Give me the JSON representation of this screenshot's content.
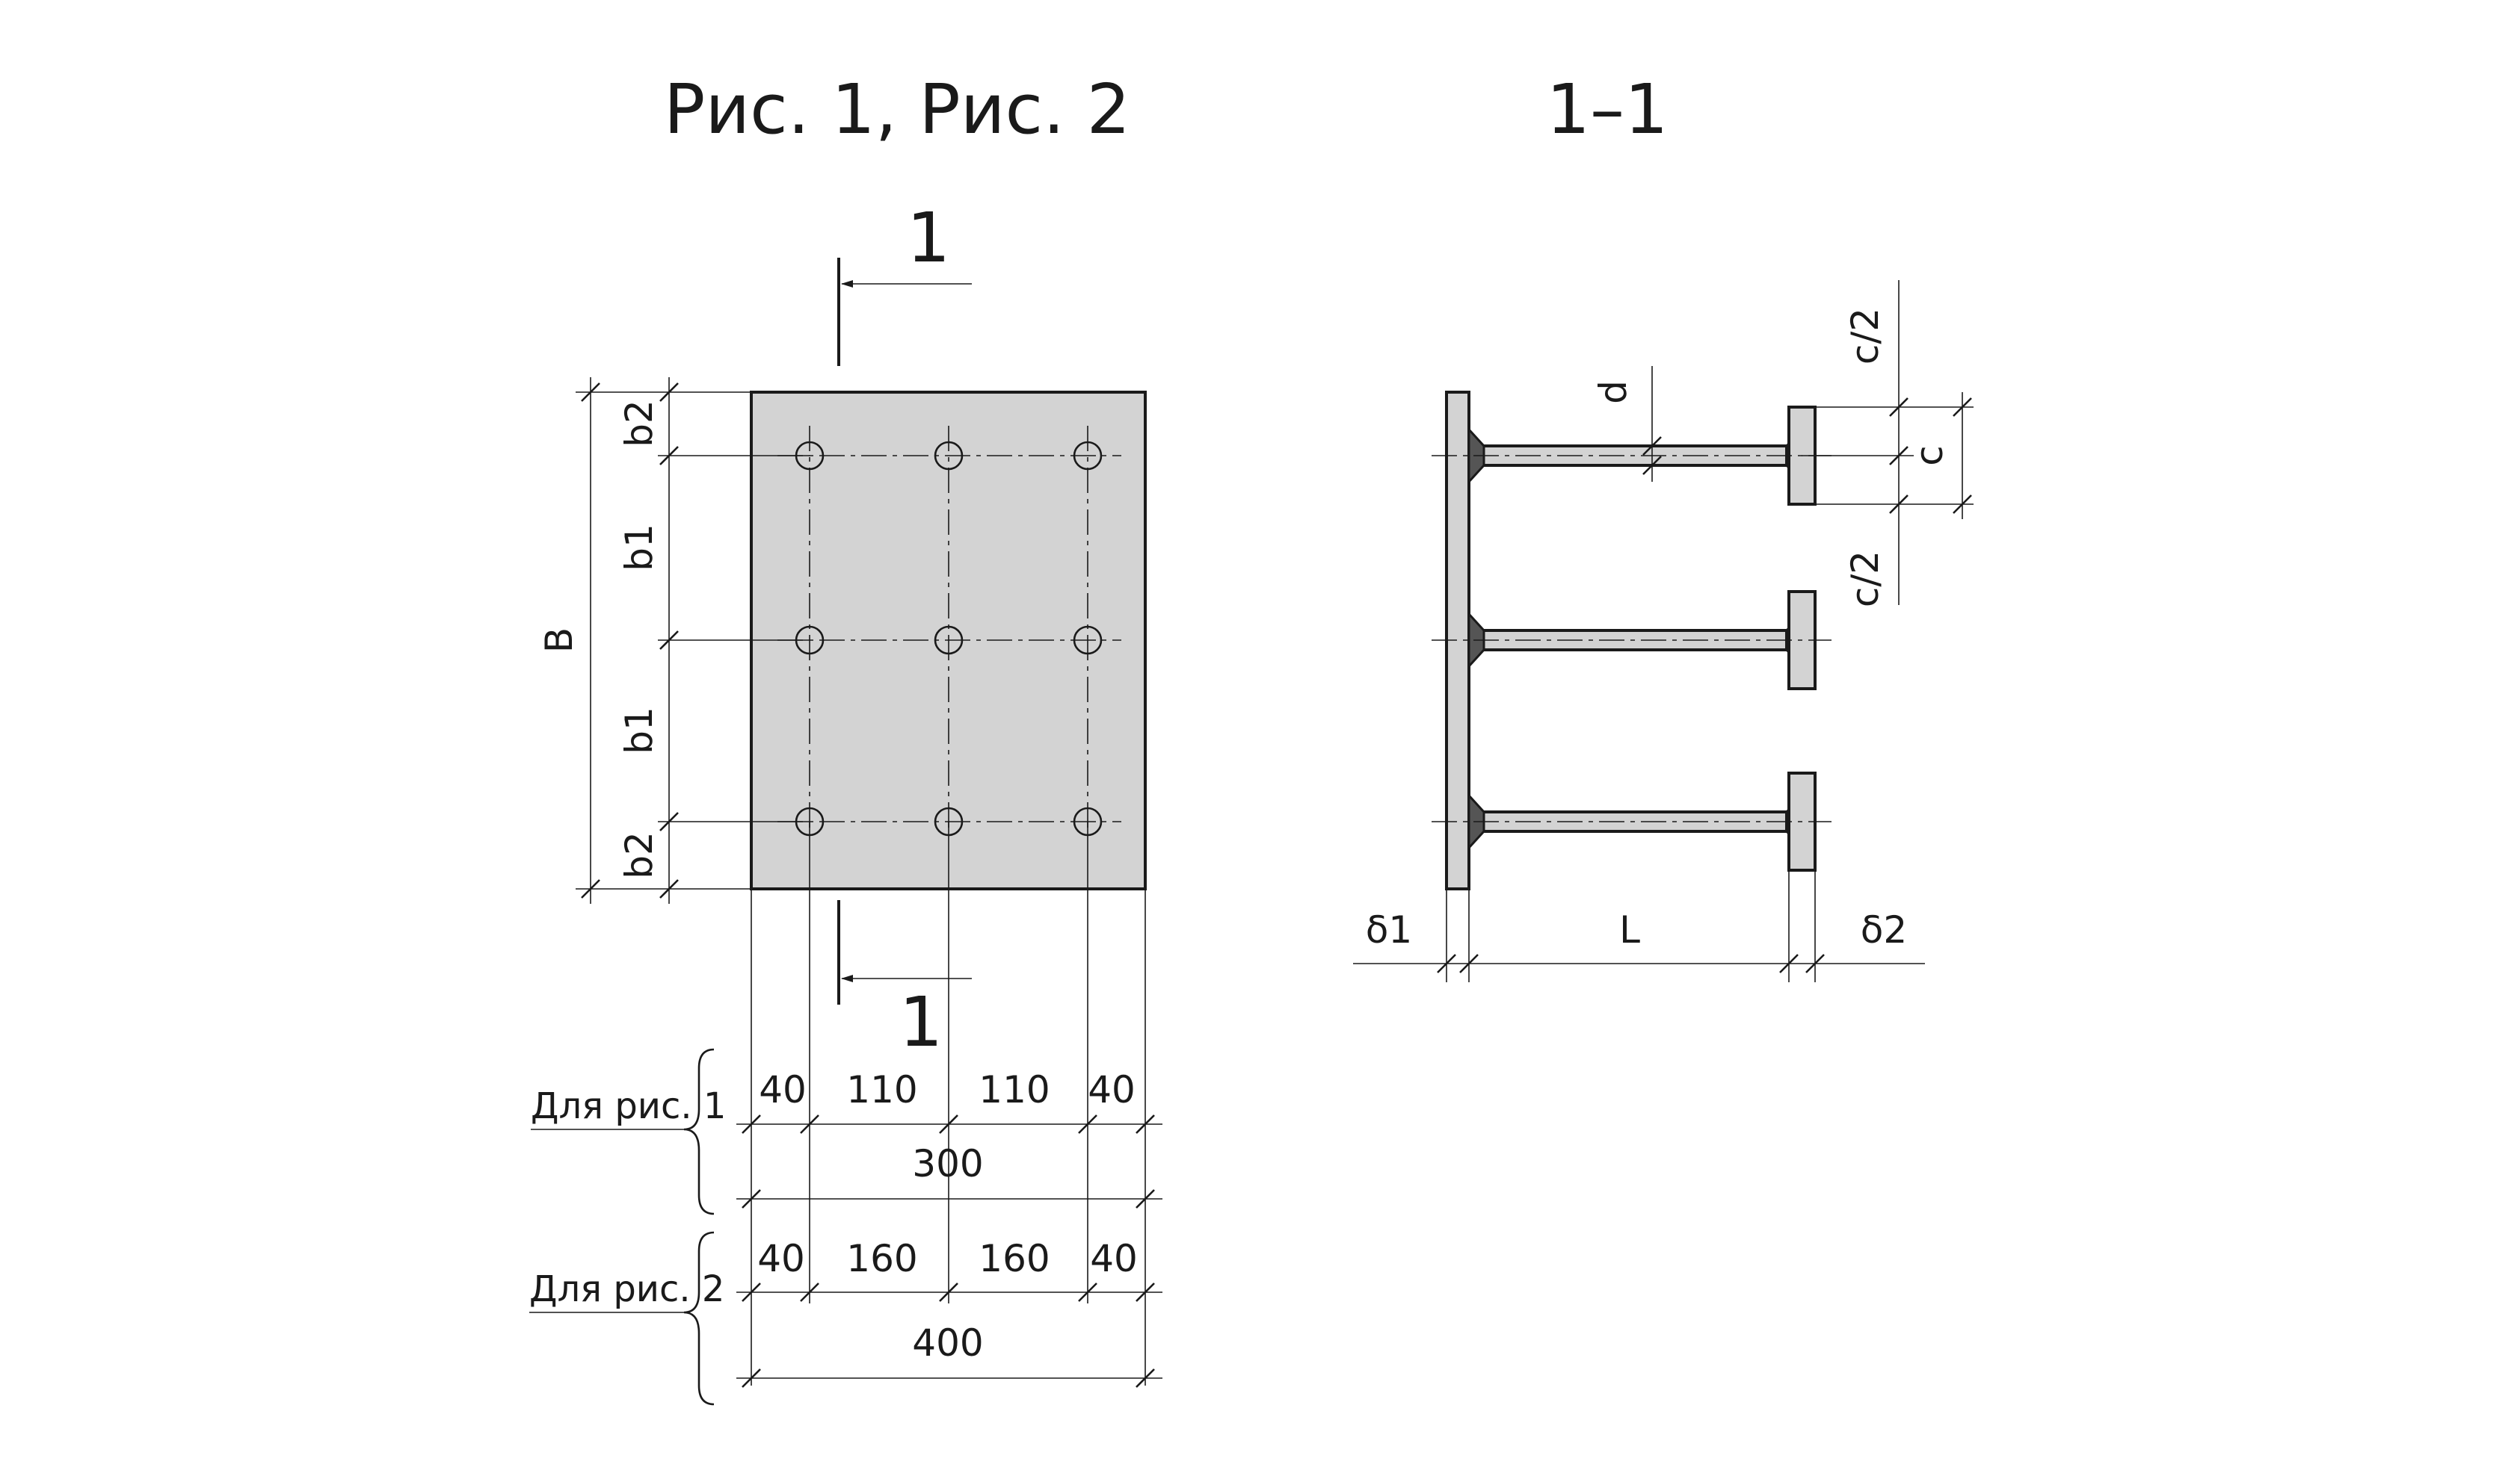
{
  "titles": {
    "plan": "Рис. 1, Рис. 2",
    "section": "1–1"
  },
  "section_marks": {
    "top": "1",
    "bottom": "1"
  },
  "plan_dims": {
    "total": "B",
    "edge_top": "b2",
    "spacing_1": "b1",
    "spacing_2": "b1",
    "edge_bottom": "b2"
  },
  "section_dims": {
    "d": "d",
    "c_half_top": "c/2",
    "c": "c",
    "c_half_bottom": "c/2",
    "delta1": "δ1",
    "length": "L",
    "delta2": "δ2"
  },
  "variant_1": {
    "label": "Для рис. 1",
    "edge_left": "40",
    "span_1": "110",
    "span_2": "110",
    "edge_right": "40",
    "total": "300"
  },
  "variant_2": {
    "label": "Для рис. 2",
    "edge_left": "40",
    "span_1": "160",
    "span_2": "160",
    "edge_right": "40",
    "total": "400"
  },
  "colors": {
    "fill": "#d3d3d3",
    "line": "#1a1a1a",
    "background": "#ffffff"
  }
}
